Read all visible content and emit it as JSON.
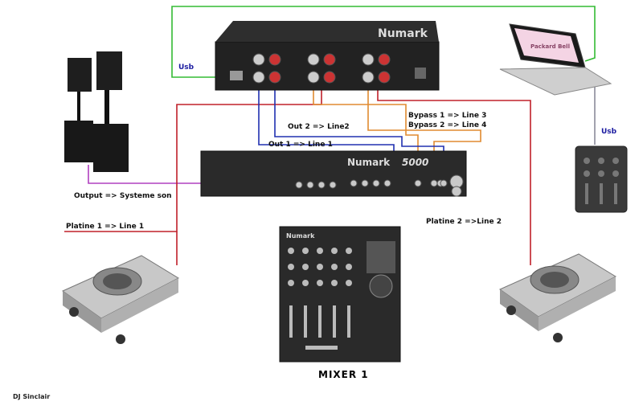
{
  "labels": {
    "usb_left": "Usb",
    "usb_right": "Usb",
    "out2": "Out 2 => Line2",
    "out1": "Out 1 => Line 1",
    "bypass1": "Bypass 1 => Line 3",
    "bypass2": "Bypass 2 => Line 4",
    "output": "Output => Systeme son",
    "platine1": "Platine 1 => Line 1",
    "platine2": "Platine 2 =>Line 2",
    "mixer_title": "MIXER 1",
    "signature": "DJ Sinclair"
  },
  "brands": {
    "interface": "Numark",
    "mixer": "Numark",
    "mixer_model": "5000",
    "mixer1": "Numark",
    "laptop": "Packard Bell"
  },
  "colors": {
    "usb_cable": "#33bb33",
    "line_red": "#c0202a",
    "line_blue": "#2030b0",
    "line_orange": "#e08a30",
    "line_purple": "#b040c0",
    "line_gray": "#8a8a9a",
    "device_dark": "#2a2a2a"
  }
}
